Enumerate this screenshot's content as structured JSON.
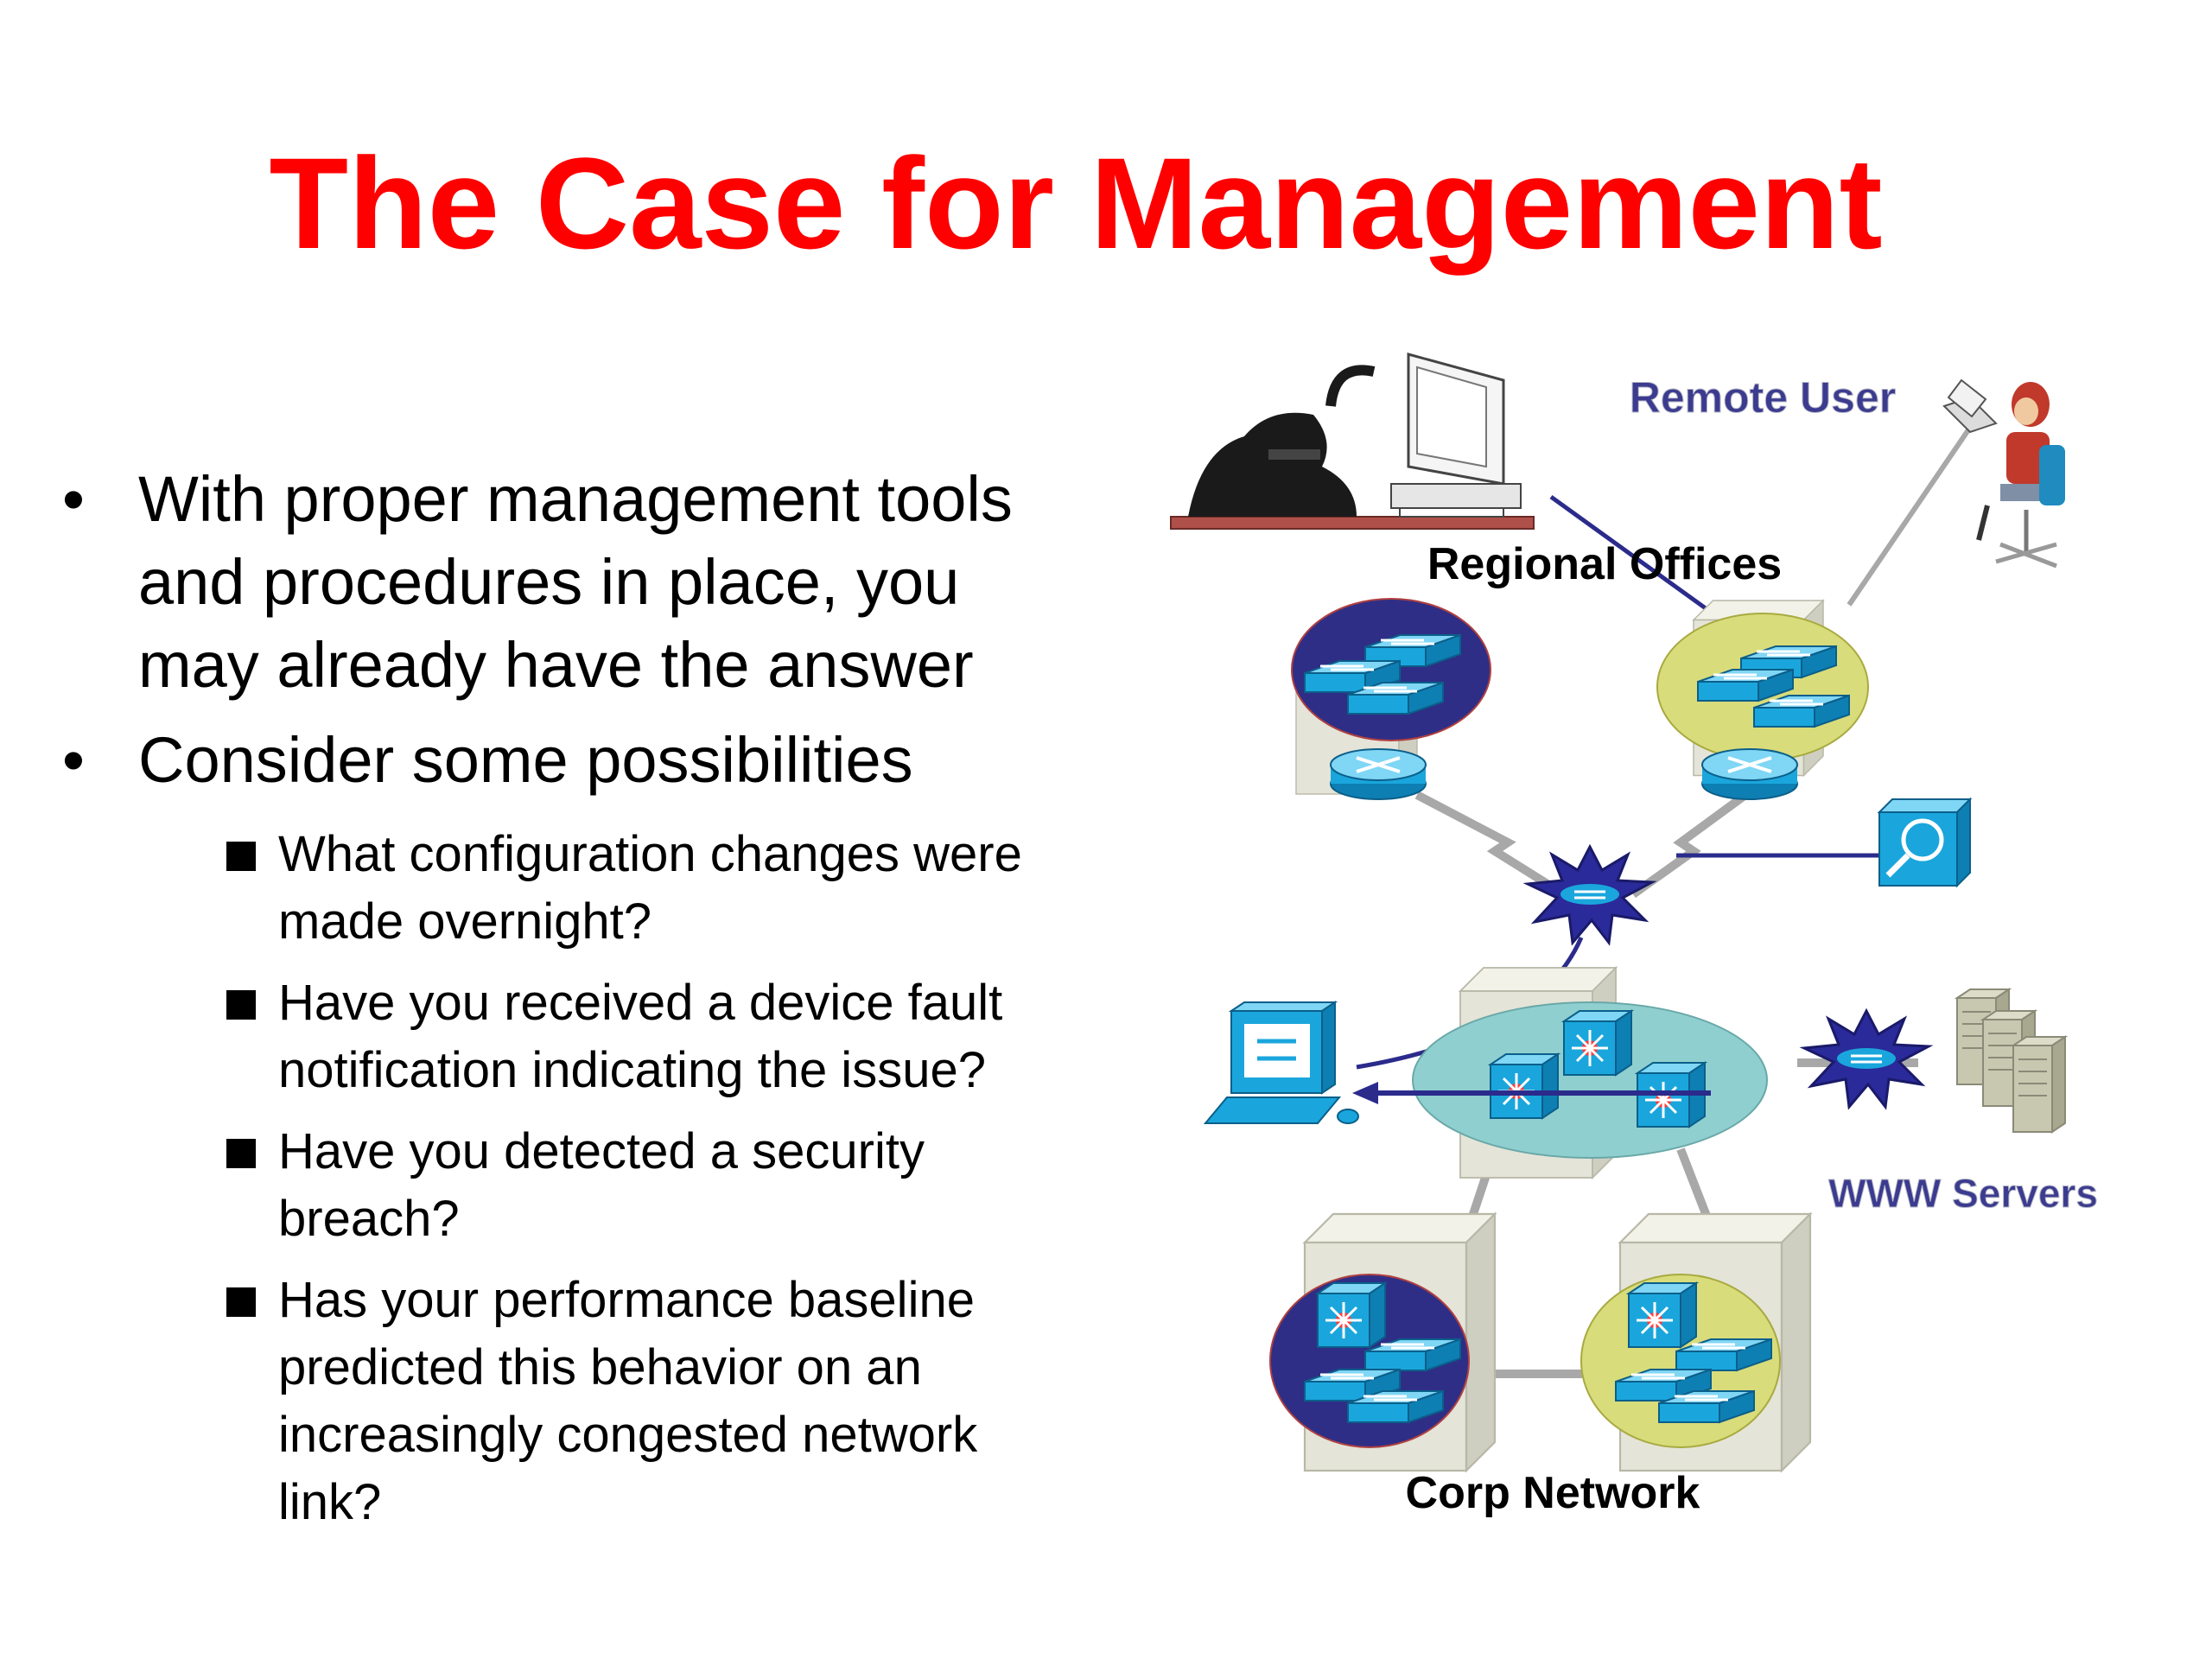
{
  "slide": {
    "title": "The Case for Management",
    "bullets": [
      {
        "text": "With proper management tools and procedures in place, you may already have the answer",
        "lines": [
          "With proper management tools",
          "and procedures in place, you",
          "may already have the answer"
        ]
      },
      {
        "text": "Consider some possibilities",
        "lines": [
          "Consider some possibilities"
        ],
        "sub_bullets": [
          {
            "lines": [
              "What configuration changes were",
              "made overnight?"
            ]
          },
          {
            "lines": [
              "Have you received a device fault",
              "notification indicating the issue?"
            ]
          },
          {
            "lines": [
              "Have you detected a security",
              "breach?"
            ]
          },
          {
            "lines": [
              "Has your performance baseline",
              "predicted this behavior on an",
              "increasingly congested network",
              "link?"
            ]
          }
        ]
      }
    ]
  },
  "diagram": {
    "labels": {
      "remote_user": "Remote User",
      "regional_offices": "Regional Offices",
      "www_servers": "WWW Servers",
      "corp_network": "Corp Network"
    },
    "icons": [
      "hacker-at-computer-icon",
      "remote-user-laptop-icon",
      "switch-stack-icon",
      "router-icon",
      "wan-burst-icon",
      "network-analyzer-icon",
      "management-workstation-icon",
      "multilayer-switch-icon",
      "server-rack-icon",
      "building-icon"
    ],
    "colors": {
      "title": "#ff0000",
      "label_blue": "#3b3b8f",
      "link_purple": "#2b2b8c",
      "navy_circle": "#2e2e86",
      "yellow_circle": "#d9dc7a",
      "teal_ellipse": "#8fcfcf",
      "device_blue": "#1aa6dc"
    }
  }
}
